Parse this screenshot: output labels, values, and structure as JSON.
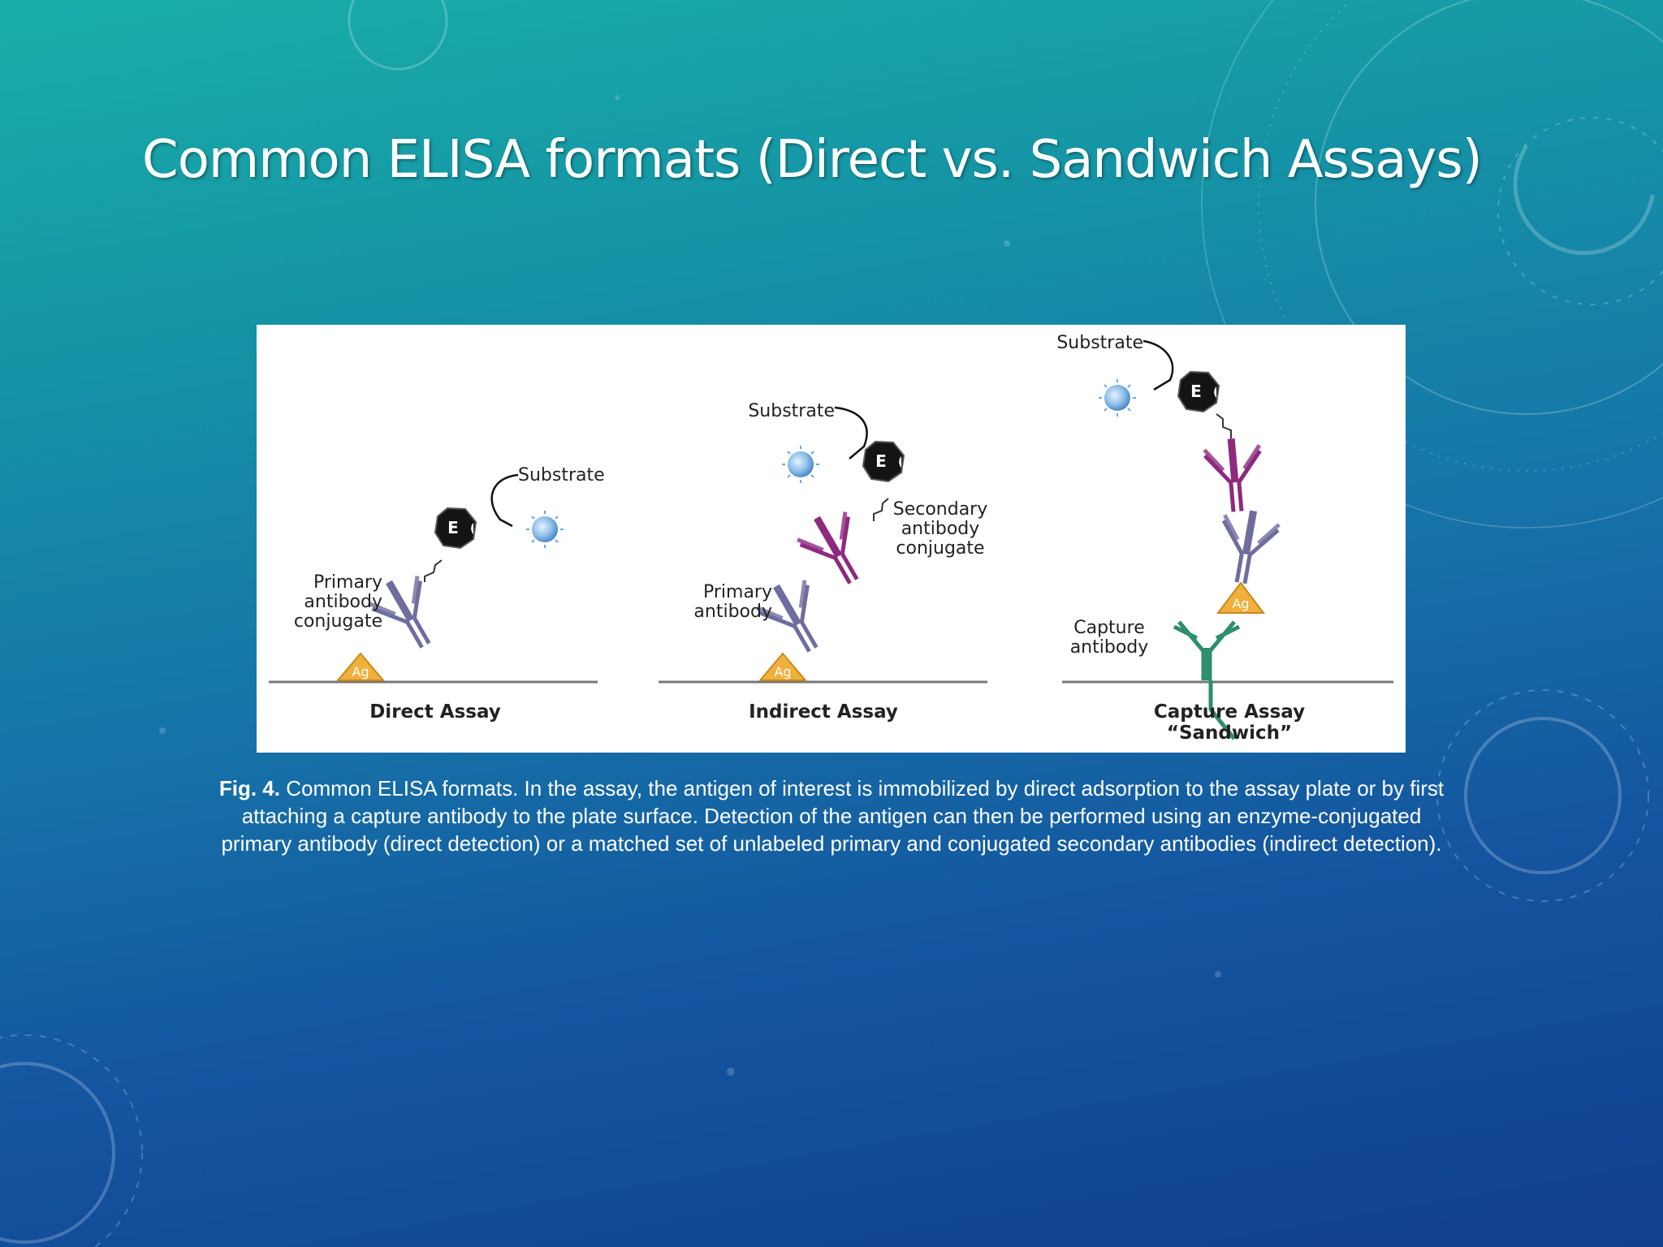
{
  "slide": {
    "title": "Common ELISA formats (Direct vs. Sandwich Assays)"
  },
  "figure": {
    "panels": {
      "direct": {
        "name": "Direct Assay",
        "substrate": "Substrate",
        "enzyme": "E",
        "antigen": "Ag",
        "primary_label": [
          "Primary",
          "antibody",
          "conjugate"
        ]
      },
      "indirect": {
        "name": "Indirect Assay",
        "substrate": "Substrate",
        "enzyme": "E",
        "antigen": "Ag",
        "primary_label": [
          "Primary",
          "antibody"
        ],
        "secondary_label": [
          "Secondary",
          "antibody",
          "conjugate"
        ]
      },
      "capture": {
        "name": [
          "Capture Assay",
          "“Sandwich”"
        ],
        "substrate": "Substrate",
        "enzyme": "E",
        "antigen": "Ag",
        "capture_label": [
          "Capture",
          "antibody"
        ]
      }
    },
    "colors": {
      "primary_antibody": "#6e6e9e",
      "secondary_antibody": "#8e2a7e",
      "capture_antibody": "#2e8e6e",
      "antigen": "#f0b03c",
      "enzyme": "#1a1a1a",
      "substrate": "#7fb6e6"
    }
  },
  "caption": {
    "label": "Fig. 4.",
    "lines": [
      "Common ELISA formats. In the assay, the antigen of interest is immobilized by direct adsorption to the assay plate or by first",
      "attaching a capture antibody to the plate surface. Detection of the antigen can then be performed using an enzyme-conjugated",
      "primary antibody (direct detection) or a matched set of unlabeled primary and conjugated secondary antibodies (indirect detection)."
    ]
  }
}
